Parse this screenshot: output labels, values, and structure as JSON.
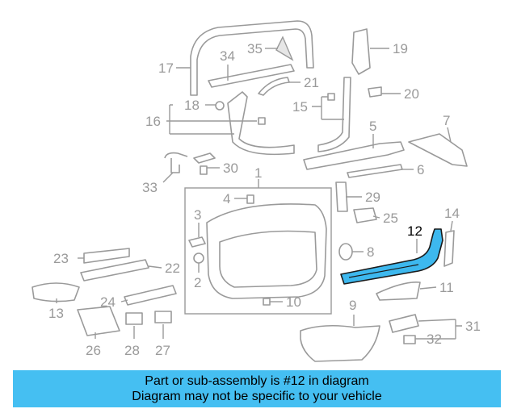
{
  "colors": {
    "highlight": "#3db8ee",
    "line": "#9a9a9a",
    "banner": "#45bff2"
  },
  "labels": {
    "p1": "1",
    "p2": "2",
    "p3": "3",
    "p4": "4",
    "p5": "5",
    "p6": "6",
    "p7": "7",
    "p8": "8",
    "p9": "9",
    "p10": "10",
    "p11": "11",
    "p12": "12",
    "p13": "13",
    "p14": "14",
    "p15": "15",
    "p16": "16",
    "p17": "17",
    "p18": "18",
    "p19": "19",
    "p20": "20",
    "p21": "21",
    "p22": "22",
    "p23": "23",
    "p24": "24",
    "p25": "25",
    "p26": "26",
    "p27": "27",
    "p28": "28",
    "p29": "29",
    "p30": "30",
    "p31": "31",
    "p32": "32",
    "p33": "33",
    "p34": "34",
    "p35": "35"
  },
  "banner": {
    "line1": "Part or sub-assembly is #12 in diagram",
    "line2": "Diagram may not be specific to your vehicle"
  }
}
